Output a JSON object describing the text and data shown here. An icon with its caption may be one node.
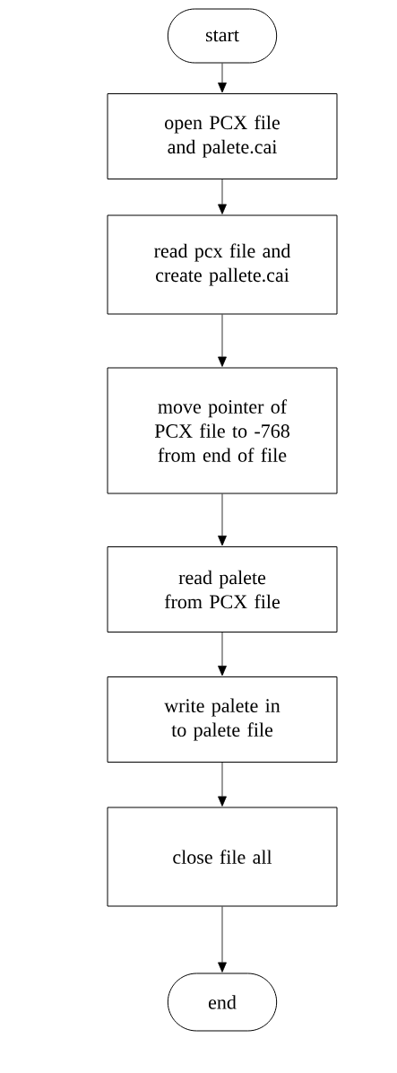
{
  "diagram": {
    "nodes": [
      {
        "text": [
          "start"
        ]
      },
      {
        "text": [
          "open PCX file and palete.cai"
        ]
      },
      {
        "text": [
          "read pcx file and create pallete.cai"
        ]
      },
      {
        "text": [
          "move pointer of PCX file to -768 from end of file"
        ]
      },
      {
        "text": [
          "read palete from PCX file"
        ]
      },
      {
        "text": [
          "write palete in to palete file"
        ]
      },
      {
        "text": [
          "close file all"
        ]
      },
      {
        "text": [
          "end"
        ]
      }
    ],
    "edges": [
      {
        "from": 0,
        "to": 1,
        "arrow": "to"
      },
      {
        "from": 1,
        "to": 2,
        "arrow": "to"
      },
      {
        "from": 2,
        "to": 3,
        "arrow": "to"
      },
      {
        "from": 3,
        "to": 4,
        "arrow": "to"
      },
      {
        "from": 4,
        "to": 5,
        "arrow": "to"
      },
      {
        "from": 5,
        "to": 6,
        "arrow": "to"
      },
      {
        "from": 6,
        "to": 7,
        "arrow": "to"
      }
    ]
  }
}
